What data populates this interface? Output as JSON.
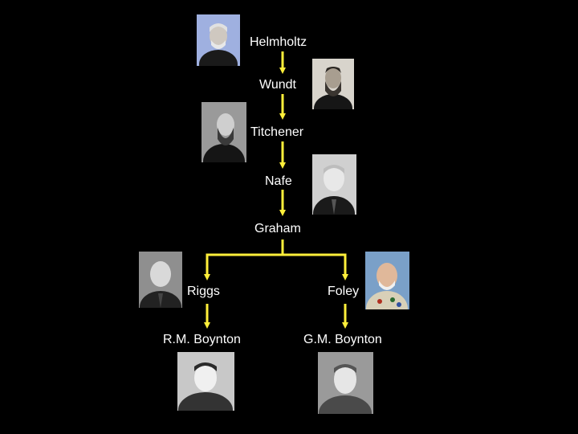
{
  "colors": {
    "background": "#000000",
    "connector": "#ffef3a",
    "label_text": "#ffffff"
  },
  "nodes": {
    "helmholtz": {
      "label": "Helmholtz"
    },
    "wundt": {
      "label": "Wundt"
    },
    "titchener": {
      "label": "Titchener"
    },
    "nafe": {
      "label": "Nafe"
    },
    "graham": {
      "label": "Graham"
    },
    "riggs": {
      "label": "Riggs"
    },
    "foley": {
      "label": "Foley"
    },
    "rm_boynton": {
      "label": "R.M. Boynton"
    },
    "gm_boynton": {
      "label": "G.M. Boynton"
    }
  },
  "edges": [
    [
      "helmholtz",
      "wundt"
    ],
    [
      "wundt",
      "titchener"
    ],
    [
      "titchener",
      "nafe"
    ],
    [
      "nafe",
      "graham"
    ],
    [
      "graham",
      "riggs"
    ],
    [
      "graham",
      "foley"
    ],
    [
      "riggs",
      "rm_boynton"
    ],
    [
      "foley",
      "gm_boynton"
    ]
  ]
}
